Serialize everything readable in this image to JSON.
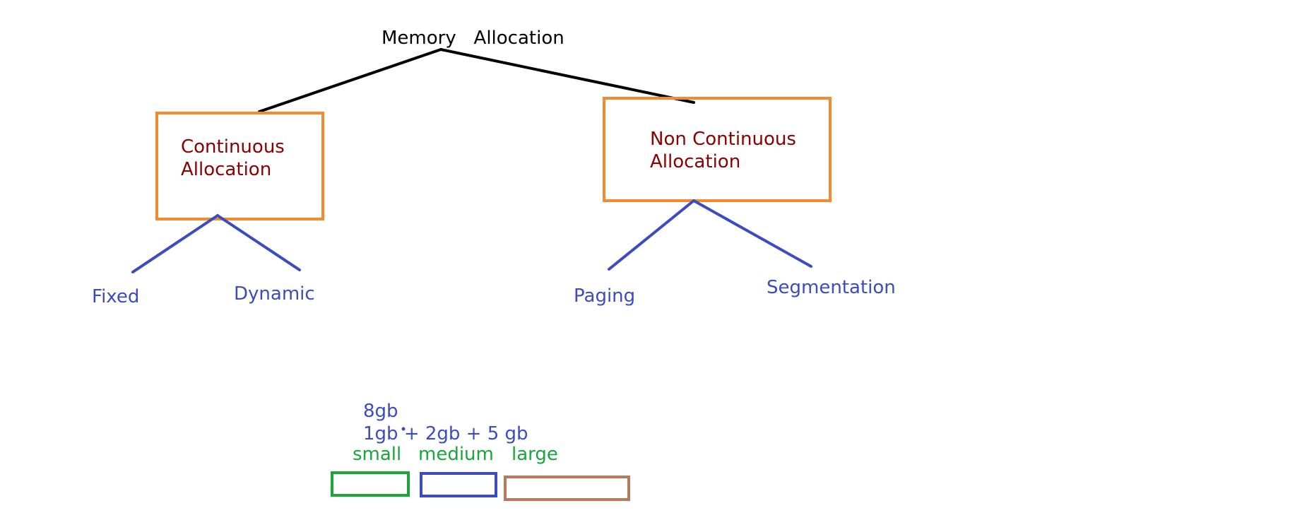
{
  "diagram": {
    "root": "Memory   Allocation",
    "nodes": {
      "continuous": {
        "line1": "Continuous",
        "line2": "Allocation",
        "children": [
          "Fixed",
          "Dynamic"
        ]
      },
      "non_continuous": {
        "line1": "Non Continuous",
        "line2": "Allocation",
        "children": [
          "Paging",
          "Segmentation"
        ]
      }
    },
    "sizes": {
      "total": "8gb",
      "sum": "1gb + 2gb + 5 gb",
      "labels": [
        "small",
        "medium",
        "large"
      ]
    }
  },
  "colors": {
    "root_text": "#000000",
    "node_text": "#8b0000",
    "node_border": "#f28a30",
    "leaf": "#3b4cc0",
    "small_box": "#1aa63a",
    "medium_box": "#3b4cc0",
    "large_box": "#b87a5a"
  }
}
